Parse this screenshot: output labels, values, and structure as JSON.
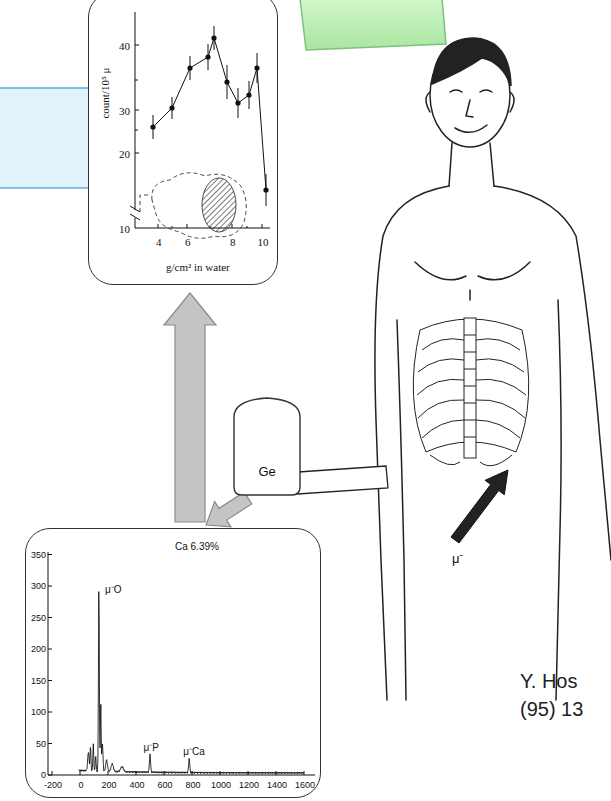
{
  "diagram": {
    "nodes": [
      {
        "text": [
          "40",
          "30",
          "20",
          "10",
          "count/10⁵ μ",
          "4",
          "6",
          "8",
          "10",
          "g/cm² in water"
        ]
      },
      {
        "text": [
          "Ge"
        ]
      },
      {
        "text": [
          "350",
          "300",
          "250",
          "200",
          "150",
          "100",
          "50",
          "0",
          "-200",
          "0",
          "200",
          "400",
          "600",
          "800",
          "1000",
          "1200",
          "1400",
          "1600",
          "Ca 6.39%",
          "μ⁻O",
          "μ⁻P",
          "μ⁻Ca"
        ]
      }
    ],
    "edges": [
      {
        "from": 2,
        "to": 0,
        "arrow": "to"
      },
      {
        "from": 1,
        "to": 2,
        "arrow": "to"
      }
    ],
    "labels": [
      "μ⁻",
      "Y. Hos",
      "(95) 13"
    ]
  }
}
